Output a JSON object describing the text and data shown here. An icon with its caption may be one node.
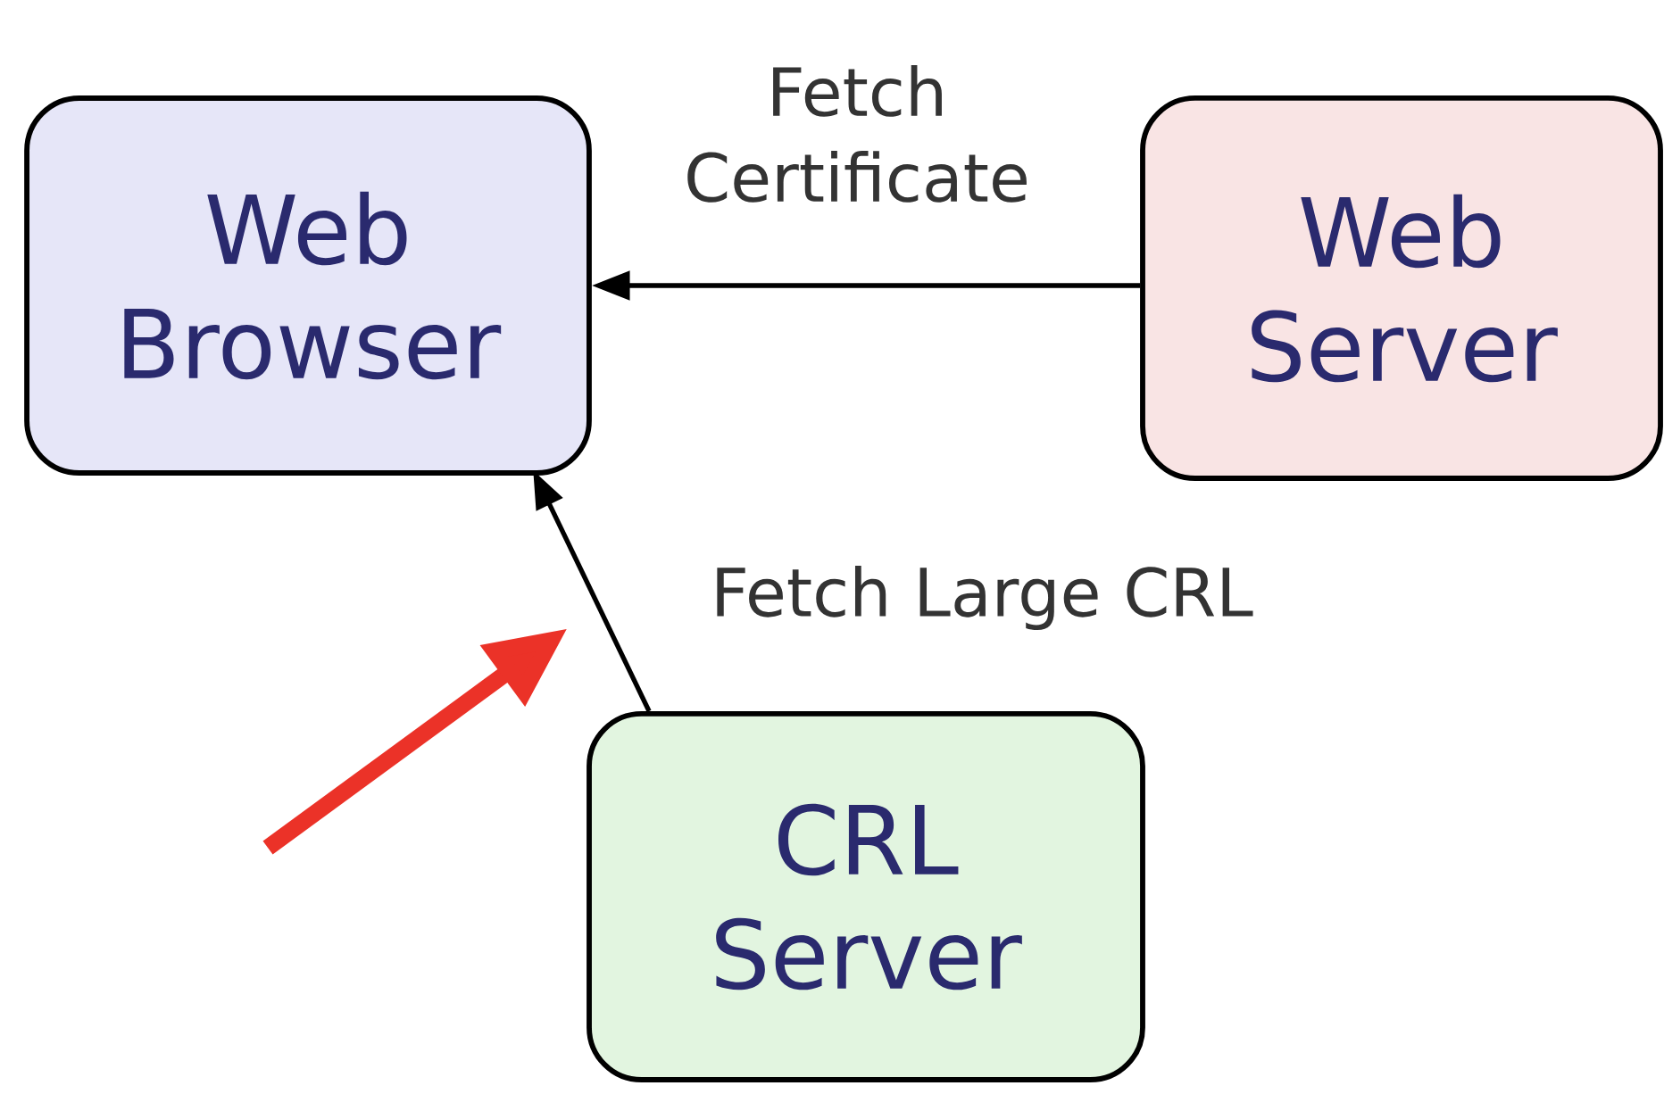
{
  "diagram": {
    "nodes": [
      {
        "text": [
          "Web Browser"
        ]
      },
      {
        "text": [
          "Web Server"
        ]
      },
      {
        "text": [
          "CRL Server"
        ]
      }
    ],
    "edges": [
      {
        "from": 1,
        "to": 0,
        "arrow": "to",
        "label": "Fetch Certificate"
      },
      {
        "from": 2,
        "to": 0,
        "arrow": "to",
        "label": "Fetch Large CRL"
      }
    ]
  }
}
